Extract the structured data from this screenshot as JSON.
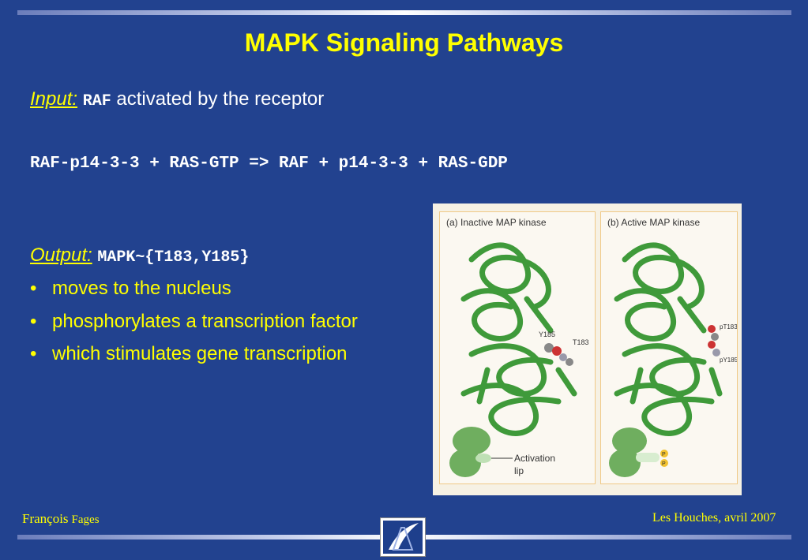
{
  "title": "MAPK Signaling Pathways",
  "input": {
    "label": "Input:",
    "molecule": "RAF",
    "text": "activated by the receptor"
  },
  "reaction": "RAF-p14-3-3 + RAS-GTP => RAF + p14-3-3 + RAS-GDP",
  "output": {
    "label": "Output:",
    "molecule": "MAPK~{T183,Y185}"
  },
  "bullets": [
    "moves to the nucleus",
    "phosphorylates a transcription factor",
    "which stimulates gene transcription"
  ],
  "figure": {
    "panel_a_title": "(a) Inactive MAP kinase",
    "panel_b_title": "(b) Active MAP kinase",
    "label_y185": "Y185",
    "label_t183": "T183",
    "label_pt183": "pT183",
    "label_py185": "pY185",
    "activation_lip_line1": "Activation",
    "activation_lip_line2": "lip",
    "phospho": "P"
  },
  "footer": {
    "author_first": "François",
    "author_last": "Fages",
    "venue": "Les Houches, avril 2007"
  },
  "colors": {
    "background": "#22428f",
    "title": "#ffff00",
    "protein": "#3f9a3a"
  }
}
